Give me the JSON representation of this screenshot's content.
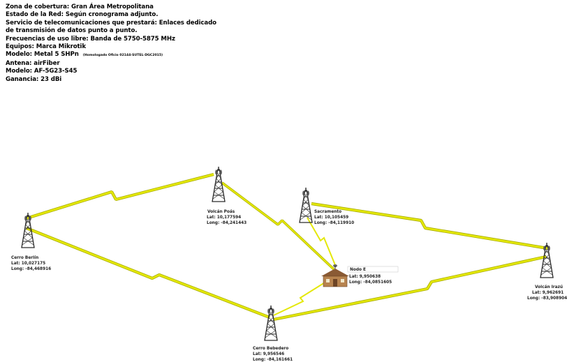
{
  "header": {
    "lines": [
      "Zona de cobertura: Gran Área Metropolitana",
      "Estado de la Red: Según cronograma adjunto.",
      "Servicio de telecomunicaciones que prestará: Enlaces dedicado",
      "de transmisión de datos punto a punto.",
      "Frecuencias de uso libre: Banda de 5750-5875 MHz",
      "Equipos: Marca Mikrotik",
      "Modelo: Metal 5 SHPn",
      "Antena: airFiber",
      "Modelo: AF-5G23-S45",
      "Ganancia: 23 dBi"
    ],
    "model_note": "(Homologado Oficio 02144-SUTEL-DGC2015)"
  },
  "sites": {
    "poas": {
      "name": "Volcán Poás",
      "lat": "Lat: 10,177594",
      "long": "Long: -84,241443"
    },
    "berlin": {
      "name": "Cerro Berlín",
      "lat": "Lat: 10,027175",
      "long": "Long: -84,468916"
    },
    "sacramento": {
      "name": "Sacramento",
      "lat": "Lat: 10,105459",
      "long": "Long: -84,119910"
    },
    "nodo": {
      "name": "Nodo E",
      "lat": "Lat: 9,950638",
      "long": "Long: -84,0851605"
    },
    "irazu": {
      "name": "Volcán Irazú",
      "lat": "Lat: 9,962691",
      "long": "Long: -83,908904"
    },
    "bebedero": {
      "name": "Cerro Bebedero",
      "lat": "Lat: 9,956546",
      "long": "Long: -84,161661"
    }
  },
  "colors": {
    "link_bolt": "#e4e80a",
    "link_bolt_edge": "#a9ad00",
    "link_line": "#4f63a8",
    "tower": "#2a2a2a",
    "house_wall": "#b7834f",
    "house_roof": "#8a5a34"
  }
}
